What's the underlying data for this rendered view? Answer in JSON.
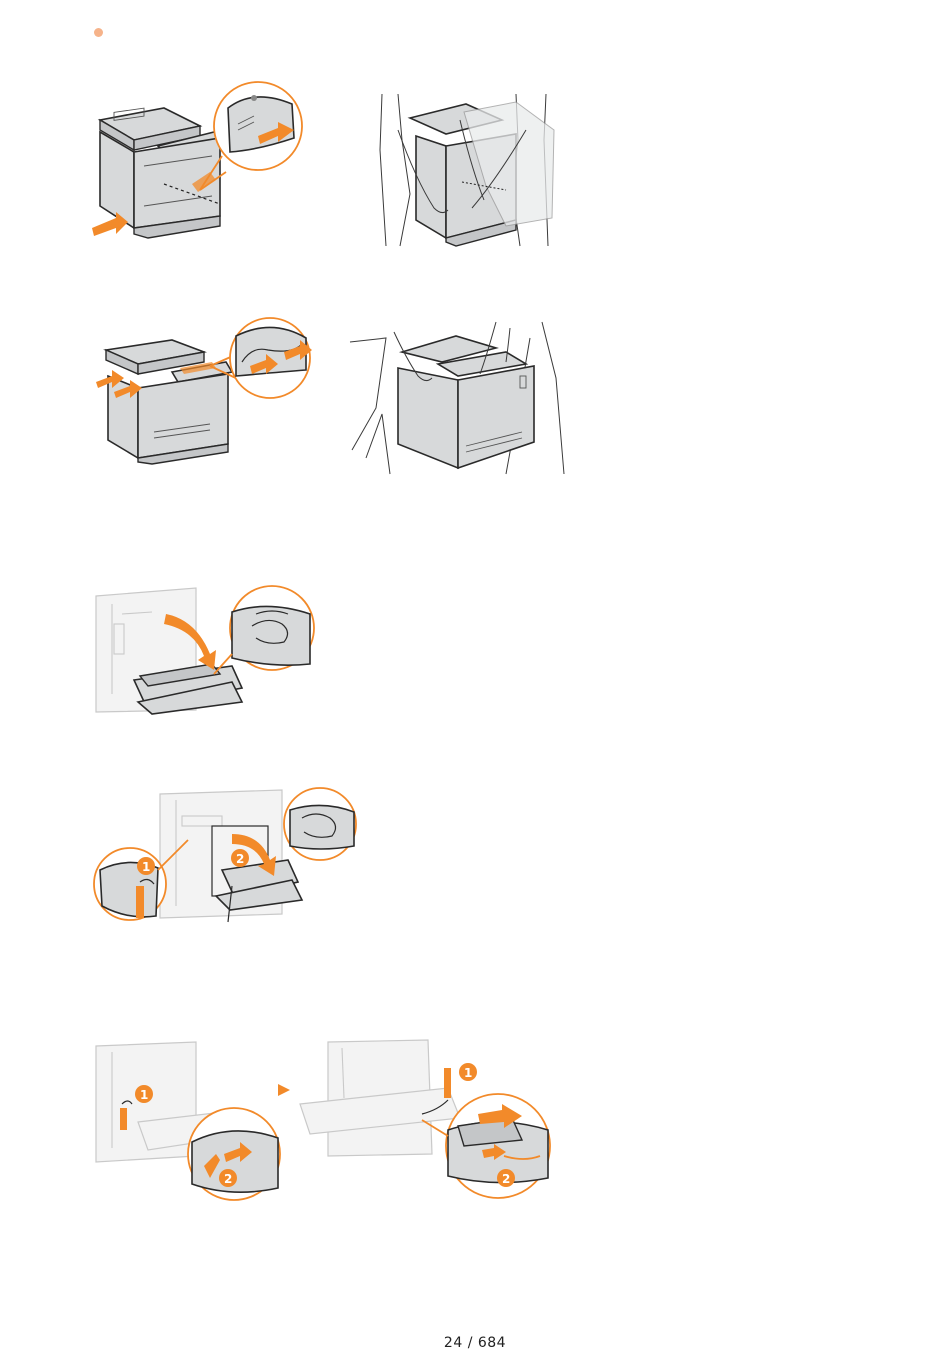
{
  "page": {
    "current": "24",
    "separator": "/",
    "total": "684"
  },
  "figures": {
    "step_badges": {
      "one": "1",
      "two": "2"
    },
    "proceed_arrow_icon": "triangle-right-icon"
  },
  "colors": {
    "accent": "#f28a2a",
    "bullet": "#f6b38a",
    "machine": "#d7d9da"
  }
}
